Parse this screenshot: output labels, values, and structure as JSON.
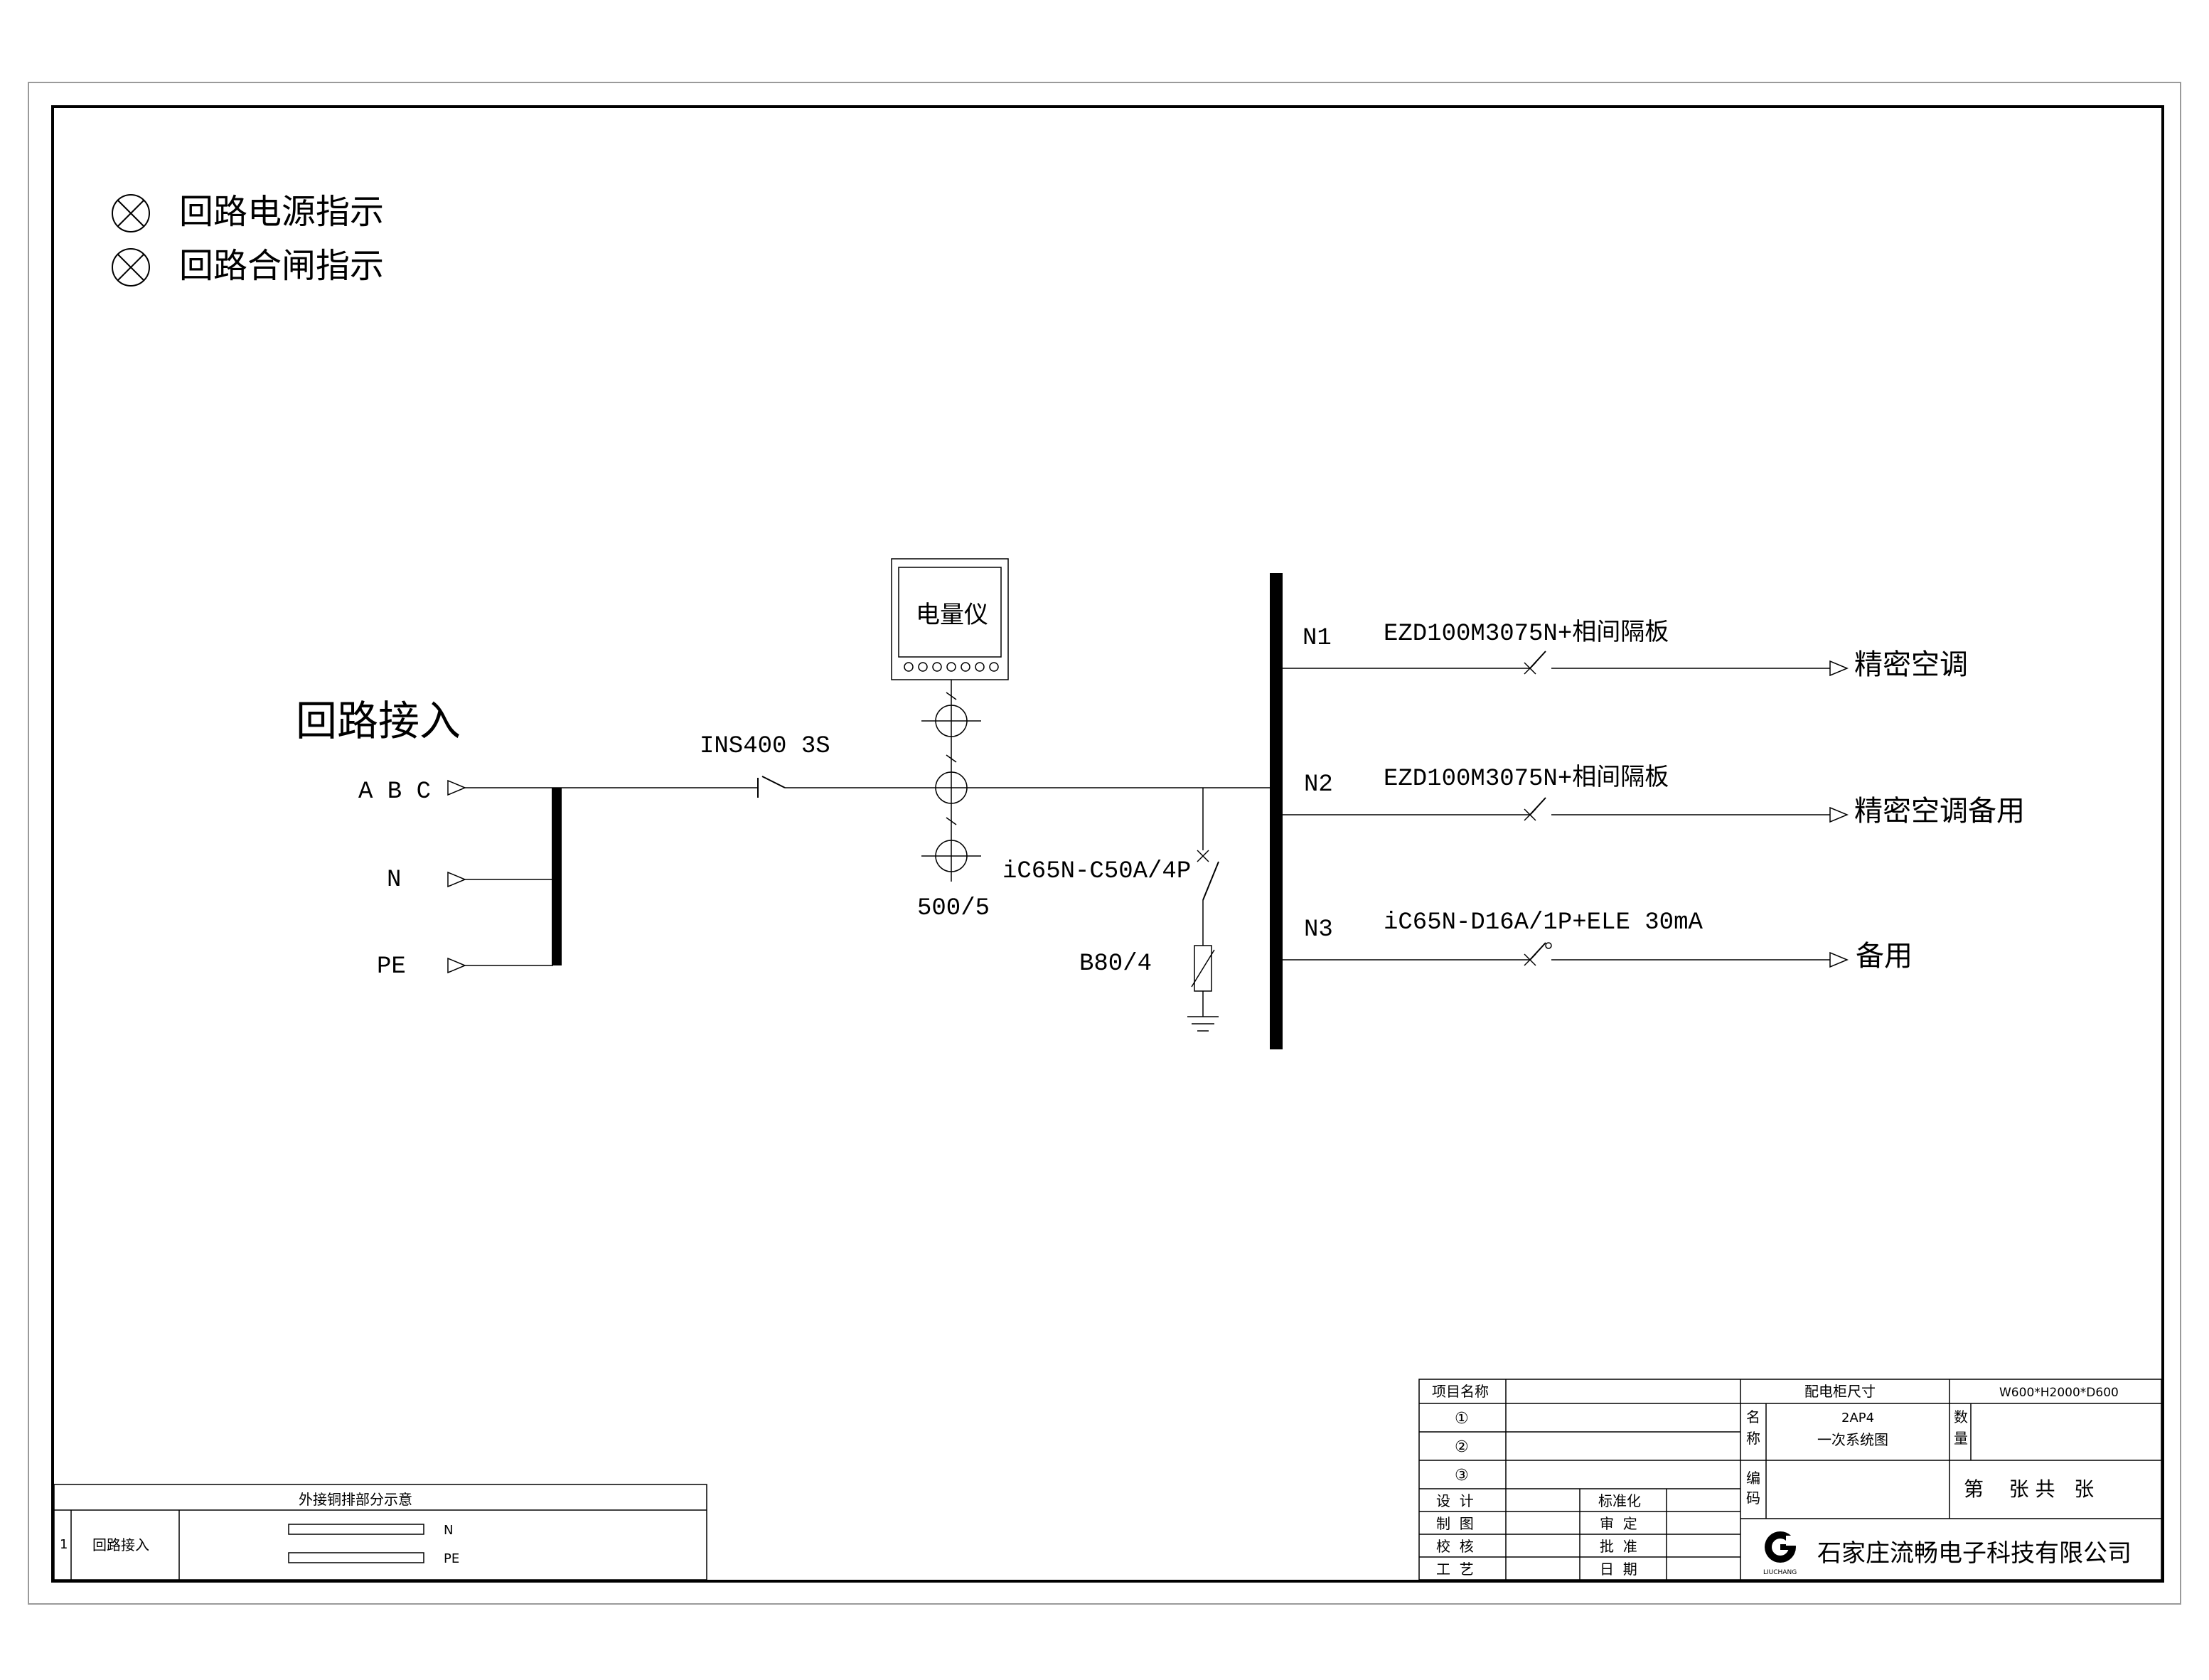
{
  "legend": {
    "power_indicator": "回路电源指示",
    "closing_indicator": "回路合闸指示"
  },
  "incoming": {
    "title": "回路接入",
    "phase_abc": "A B C",
    "neutral": "N",
    "pe": "PE"
  },
  "main_breaker": {
    "label": "INS400 3S"
  },
  "meter": {
    "label": "电量仪"
  },
  "ct": {
    "label": "500/5"
  },
  "spd_breaker": {
    "label": "iC65N-C50A/4P"
  },
  "spd": {
    "label": "B80/4"
  },
  "outgoing": [
    {
      "id": "N1",
      "device": "EZD100M3075N+相间隔板",
      "load": "精密空调"
    },
    {
      "id": "N2",
      "device": "EZD100M3075N+相间隔板",
      "load": "精密空调备用"
    },
    {
      "id": "N3",
      "device": "iC65N-D16A/1P+ELE 30mA",
      "load": "备用"
    }
  ],
  "busbar_table": {
    "title": "外接铜排部分示意",
    "row_no": "1",
    "row_label": "回路接入",
    "bar_n": "N",
    "bar_pe": "PE"
  },
  "title_block": {
    "project_name_label": "项目名称",
    "rev1": "①",
    "rev2": "②",
    "rev3": "③",
    "design": "设  计",
    "drawing": "制  图",
    "check": "校  核",
    "process": "工  艺",
    "standardization": "标准化",
    "review": "审  定",
    "approve": "批  准",
    "date": "日  期",
    "cabinet_size_label": "配电柜尺寸",
    "cabinet_size_value": "W600*H2000*D600",
    "name_label_1": "名",
    "name_label_2": "称",
    "name_value_1": "2AP4",
    "name_value_2": "一次系统图",
    "qty_label_1": "数",
    "qty_label_2": "量",
    "code_label_1": "编",
    "code_label_2": "码",
    "sheet_info": "第    张 共   张",
    "company": "石家庄流畅电子科技有限公司",
    "logo_text": "LIUCHANG"
  }
}
